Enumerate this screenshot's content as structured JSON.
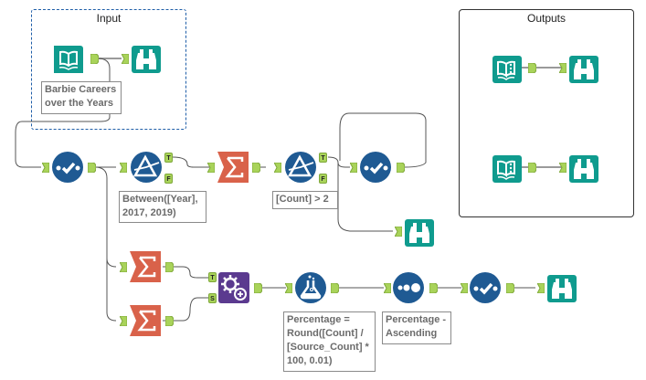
{
  "canvas": {
    "containers": [
      {
        "id": "input",
        "title": "Input",
        "style": "dashed",
        "color": "#1f5ea8"
      },
      {
        "id": "outputs",
        "title": "Outputs",
        "style": "solid",
        "color": "#333333"
      }
    ],
    "tools": [
      {
        "id": "input-data",
        "type": "input-data",
        "icon": "book-icon",
        "color": "#0f9b8e"
      },
      {
        "id": "browse-1",
        "type": "browse",
        "icon": "binoculars-icon",
        "color": "#0f9b8e"
      },
      {
        "id": "select-1",
        "type": "select",
        "icon": "checkmark-dots-icon",
        "color": "#1f5a93"
      },
      {
        "id": "filter-1",
        "type": "filter",
        "icon": "prism-filter-icon",
        "color": "#1f5a93"
      },
      {
        "id": "summarize-1",
        "type": "summarize",
        "icon": "sigma-icon",
        "color": "#d9624a"
      },
      {
        "id": "filter-2",
        "type": "filter",
        "icon": "prism-filter-icon",
        "color": "#1f5a93"
      },
      {
        "id": "select-2",
        "type": "select",
        "icon": "checkmark-dots-icon",
        "color": "#1f5a93"
      },
      {
        "id": "browse-2",
        "type": "browse",
        "icon": "binoculars-icon",
        "color": "#0f9b8e"
      },
      {
        "id": "summarize-2",
        "type": "summarize",
        "icon": "sigma-icon",
        "color": "#d9624a"
      },
      {
        "id": "summarize-3",
        "type": "summarize",
        "icon": "sigma-icon",
        "color": "#d9624a"
      },
      {
        "id": "append-fields",
        "type": "append-fields",
        "icon": "gears-plus-icon",
        "color": "#5b3a8f"
      },
      {
        "id": "formula",
        "type": "formula",
        "icon": "flask-icon",
        "color": "#1f5a93"
      },
      {
        "id": "sort",
        "type": "sort",
        "icon": "dots-sort-icon",
        "color": "#1f5a93"
      },
      {
        "id": "select-3",
        "type": "select",
        "icon": "checkmark-dots-icon",
        "color": "#1f5a93"
      },
      {
        "id": "browse-3",
        "type": "browse",
        "icon": "binoculars-icon",
        "color": "#0f9b8e"
      },
      {
        "id": "output-1",
        "type": "output-data",
        "icon": "book-dots-icon",
        "color": "#0f9b8e"
      },
      {
        "id": "browse-4",
        "type": "browse",
        "icon": "binoculars-icon",
        "color": "#0f9b8e"
      },
      {
        "id": "output-2",
        "type": "output-data",
        "icon": "book-dots-icon",
        "color": "#0f9b8e"
      },
      {
        "id": "browse-5",
        "type": "browse",
        "icon": "binoculars-icon",
        "color": "#0f9b8e"
      }
    ],
    "annotations": {
      "input_data": "Barbie Careers\nover the Years",
      "filter_1": "Between([Year],\n2017, 2019)",
      "filter_2": "[Count] > 2",
      "formula": "Percentage =\nRound([Count] /\n[Source_Count] *\n100, 0.01)",
      "sort": "Percentage -\nAscending"
    },
    "anchor_labels": {
      "true": "T",
      "false": "F",
      "target": "T",
      "source": "S"
    },
    "colors": {
      "anchor": "#a9d35a",
      "wire": "#555555",
      "wire_light": "#9a9a9a"
    }
  }
}
